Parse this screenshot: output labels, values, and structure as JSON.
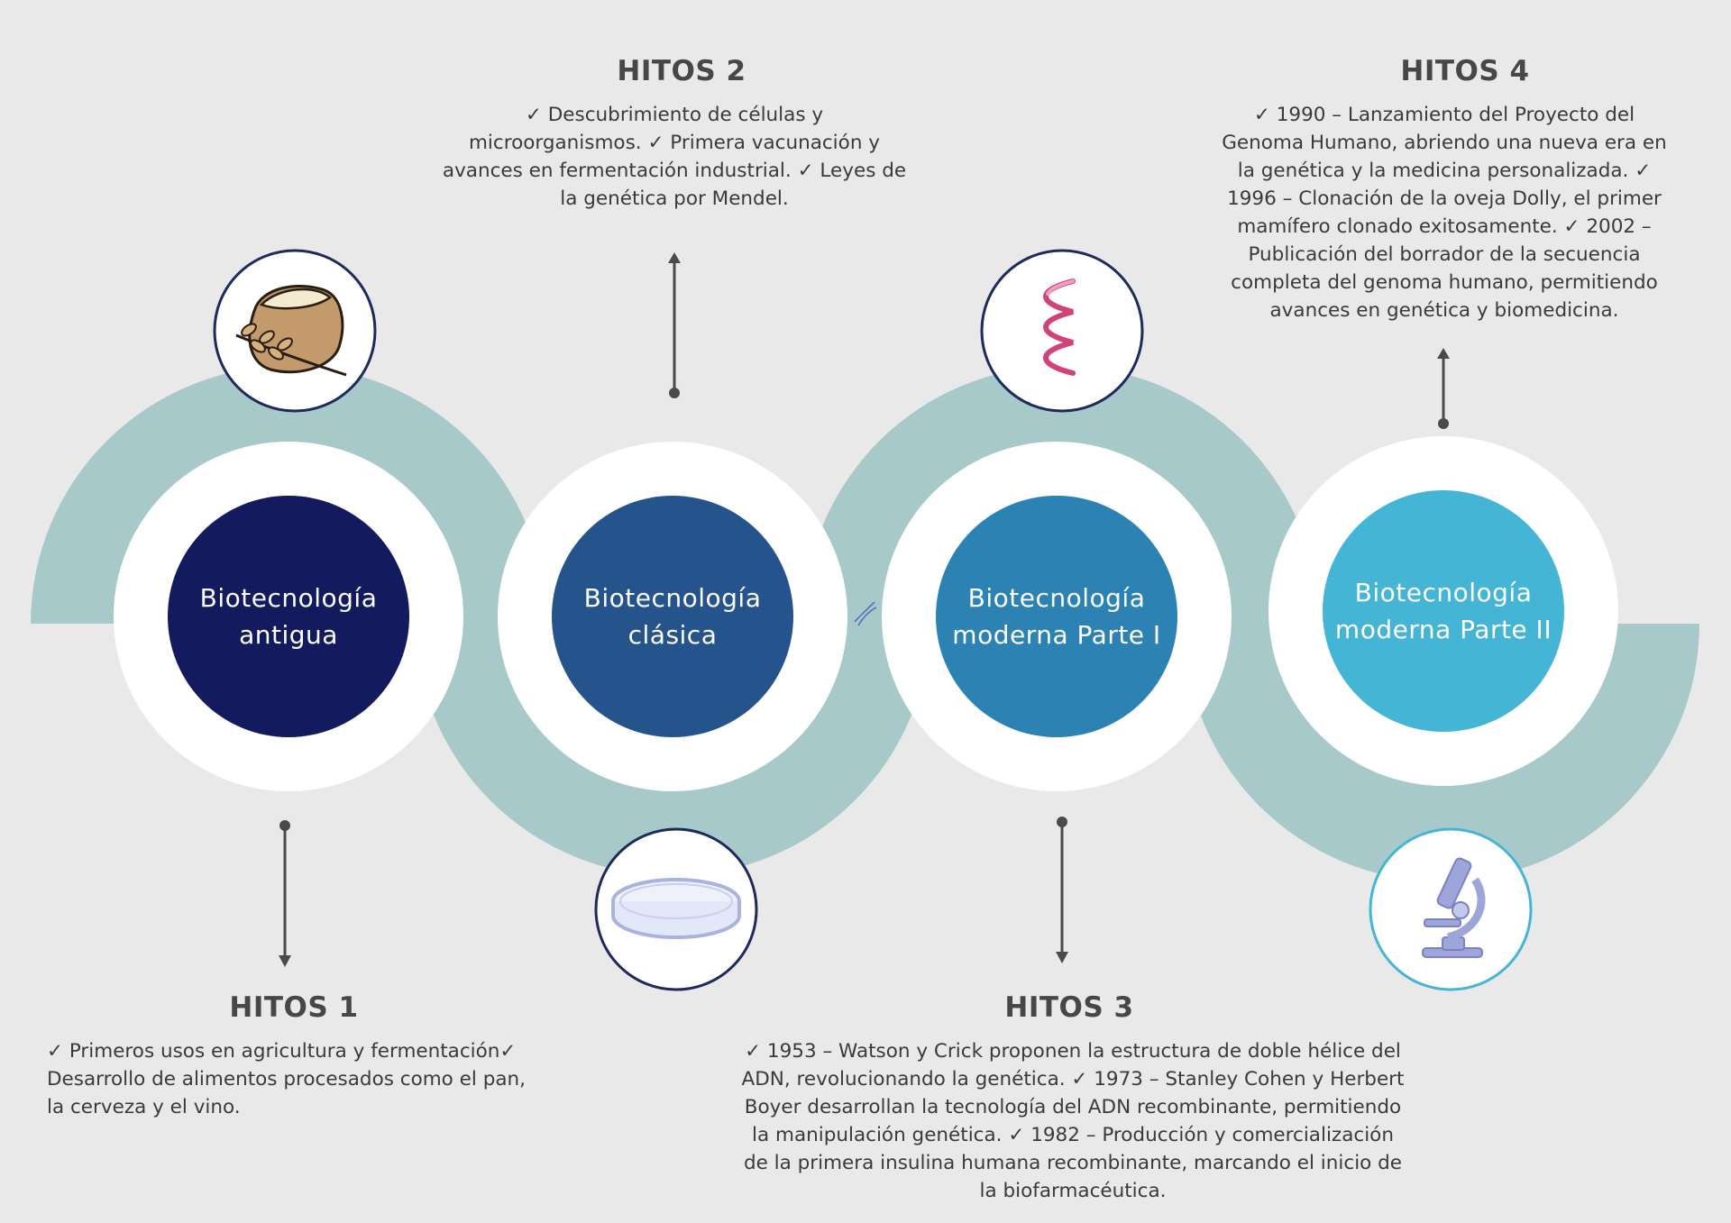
{
  "stages": [
    {
      "label": "Biotecnología antigua",
      "color": "#131a5e",
      "icon": "wheat-sack-icon"
    },
    {
      "label": "Biotecnología clásica",
      "color": "#25548c",
      "icon": "petri-dish-icon"
    },
    {
      "label": "Biotecnología moderna Parte I",
      "color": "#2c82b3",
      "icon": "dna-helix-icon"
    },
    {
      "label": "Biotecnología moderna Parte II",
      "color": "#45b5d6",
      "icon": "microscope-icon"
    }
  ],
  "milestones": [
    {
      "title": "HITOS 1",
      "text": "✓ Primeros usos en agricultura y fermentación✓ Desarrollo de alimentos procesados como el pan, la cerveza y el vino."
    },
    {
      "title": "HITOS 2",
      "text": "✓ Descubrimiento de células y microorganismos. ✓ Primera vacunación y avances en fermentación industrial. ✓ Leyes de la genética por Mendel."
    },
    {
      "title": "HITOS 3",
      "text": "✓ 1953 – Watson y Crick proponen la estructura de doble hélice del ADN, revolucionando la genética. ✓ 1973 – Stanley Cohen y Herbert Boyer desarrollan la tecnología del ADN recombinante, permitiendo la manipulación genética. ✓ 1982 – Producción y comercialización de la primera insulina humana recombinante, marcando el inicio de la biofarmacéutica."
    },
    {
      "title": "HITOS 4",
      "text": "✓ 1990 – Lanzamiento del Proyecto del Genoma Humano, abriendo una nueva era en la genética y la medicina personalizada. ✓ 1996 – Clonación de la oveja Dolly, el primer mamífero clonado exitosamente. ✓ 2002 – Publicación del borrador de la secuencia completa del genoma humano, permitiendo avances en genética y biomedicina."
    }
  ],
  "colors": {
    "background": "#e9e9e9",
    "band": "#a8c9c9",
    "ring": "#ffffff",
    "connector": "#4a4a4a",
    "icon_border_dark": "#1c2a5c",
    "icon_border_light": "#45b5d6"
  }
}
